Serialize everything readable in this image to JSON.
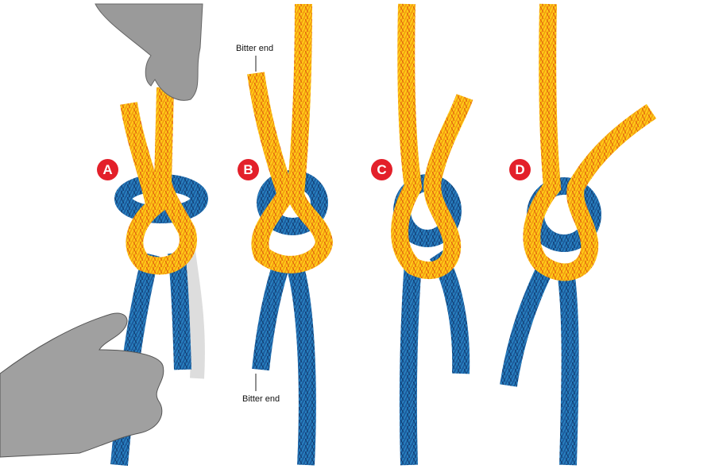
{
  "steps": [
    {
      "label": "A"
    },
    {
      "label": "B"
    },
    {
      "label": "C"
    },
    {
      "label": "D"
    }
  ],
  "callouts": {
    "top": "Bitter end",
    "bottom": "Bitter end"
  },
  "colors": {
    "badge": "#e3202a",
    "orange_rope": "#f5a010",
    "blue_rope": "#1c5c9e",
    "hand": "#9a9a9a"
  }
}
